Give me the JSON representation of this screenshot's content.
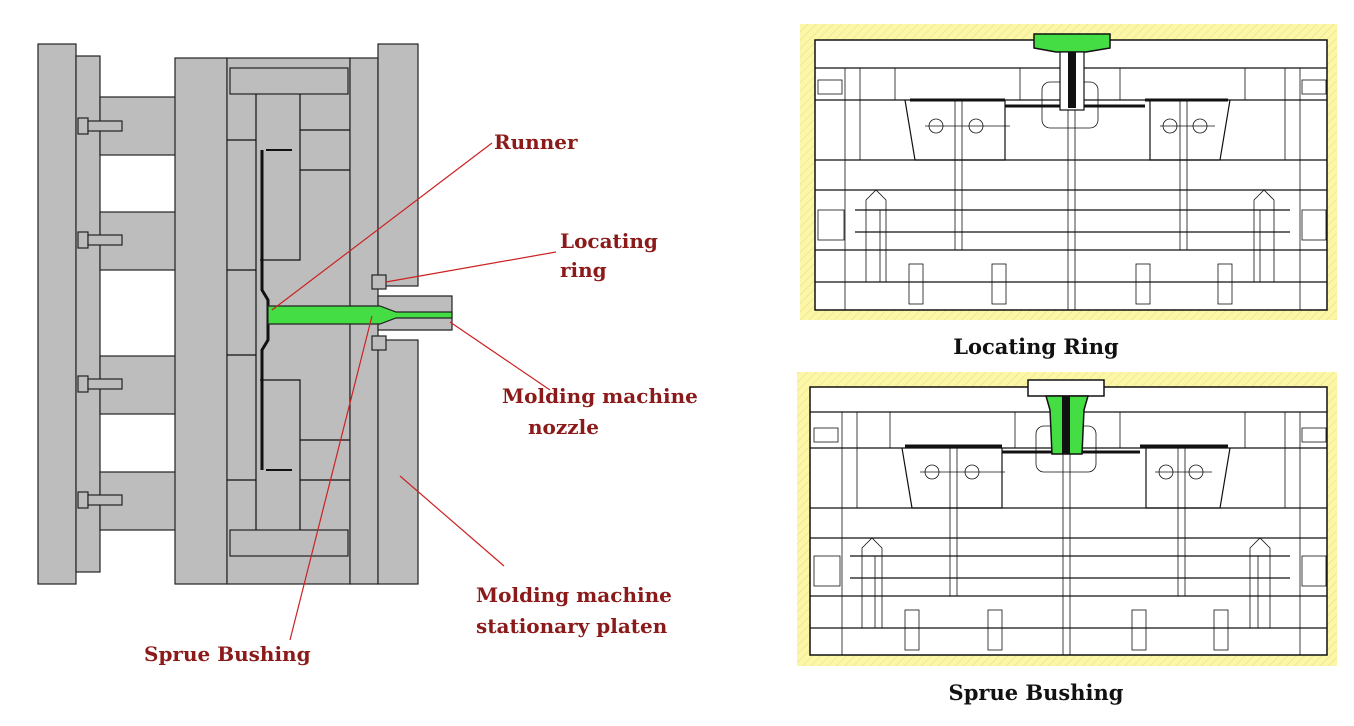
{
  "left_diagram": {
    "labels": {
      "runner": "Runner",
      "locating_ring_line1": "Locating",
      "locating_ring_line2": "ring",
      "nozzle_line1": "Molding machine",
      "nozzle_line2": "nozzle",
      "platen_line1": "Molding machine",
      "platen_line2": "stationary platen",
      "sprue_bushing": "Sprue Bushing"
    }
  },
  "right_panels": [
    {
      "caption": "Locating Ring",
      "highlight": "locating-ring"
    },
    {
      "caption": "Sprue Bushing",
      "highlight": "sprue-bushing"
    }
  ],
  "colors": {
    "mold_gray": "#bdbdbd",
    "highlight_green": "#44dd44",
    "label_red": "#8b1a1a",
    "leader_red": "#cc2222",
    "panel_frame_yellow": "#fbf6a8"
  }
}
